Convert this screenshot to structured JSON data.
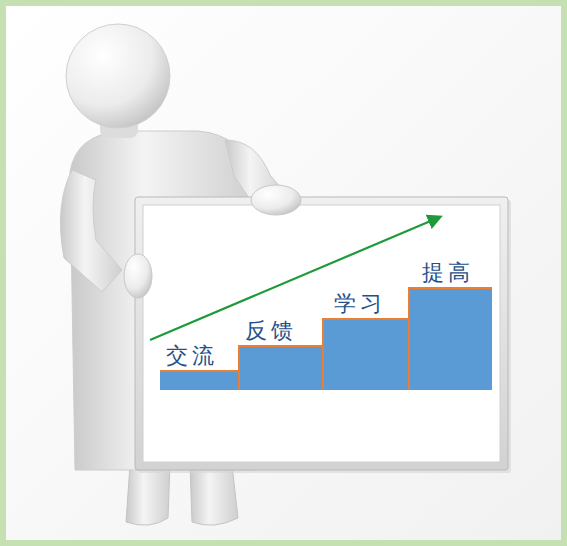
{
  "diagram": {
    "nodes": [
      {
        "text": [
          "交流"
        ]
      },
      {
        "text": [
          "反馈"
        ]
      },
      {
        "text": [
          "学习"
        ]
      },
      {
        "text": [
          "提高"
        ]
      }
    ]
  }
}
